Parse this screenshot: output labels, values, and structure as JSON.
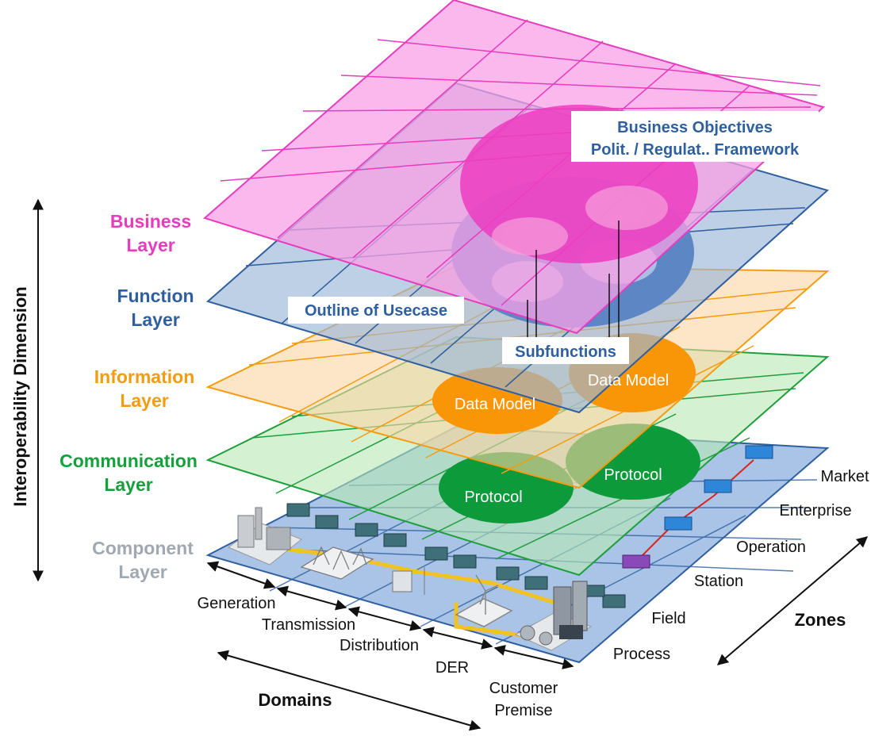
{
  "axis": {
    "vertical_label": "Interoperability Dimension",
    "domains_label": "Domains",
    "zones_label": "Zones"
  },
  "layers": [
    {
      "label_line1": "Business",
      "label_line2": "Layer",
      "color": "#e63cbe"
    },
    {
      "label_line1": "Function",
      "label_line2": "Layer",
      "color": "#2f5f9e"
    },
    {
      "label_line1": "Information",
      "label_line2": "Layer",
      "color": "#f39c12"
    },
    {
      "label_line1": "Communication",
      "label_line2": "Layer",
      "color": "#15a03c"
    },
    {
      "label_line1": "Component",
      "label_line2": "Layer",
      "color": "#a0a8b2"
    }
  ],
  "domains": [
    "Generation",
    "Transmission",
    "Distribution",
    "DER",
    "Customer",
    "Premise"
  ],
  "zones": [
    "Market",
    "Enterprise",
    "Operation",
    "Station",
    "Field",
    "Process"
  ],
  "callouts": {
    "business_line1": "Business Objectives",
    "business_line2": "Polit. / Regulat.. Framework",
    "usecase": "Outline of Usecase",
    "subfunctions": "Subfunctions",
    "data_model_left": "Data Model",
    "data_model_right": "Data Model",
    "protocol_left": "Protocol",
    "protocol_right": "Protocol"
  }
}
